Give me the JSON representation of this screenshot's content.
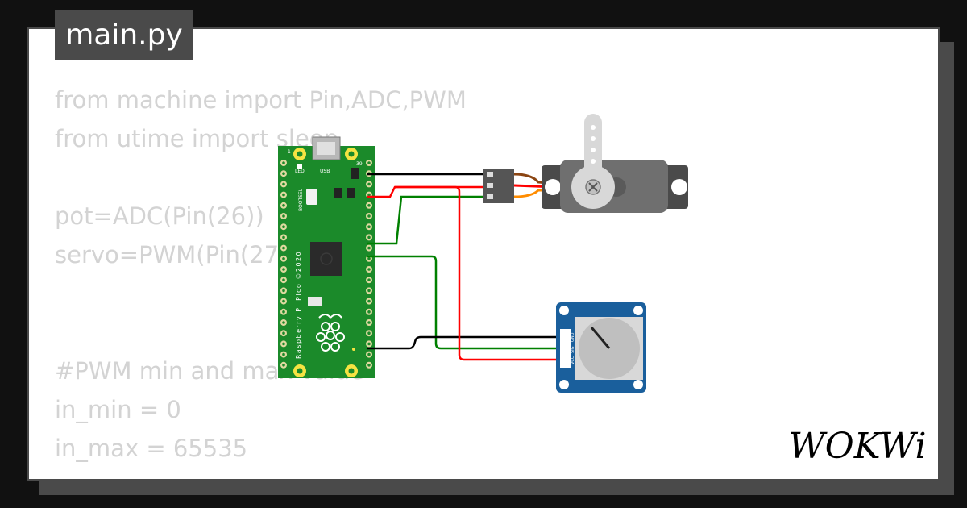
{
  "file_tab": {
    "label": "main.py"
  },
  "code_lines": [
    "from machine import Pin,ADC,PWM",
    "from utime import sleep",
    "",
    "pot=ADC(Pin(26))",
    "servo=PWM(Pin(27))",
    "",
    "",
    "#PWM min and max value",
    "in_min = 0",
    "in_max = 65535"
  ],
  "board": {
    "name": "Raspberry Pi Pico ©2020",
    "led_label": "LED",
    "usb_label": "USB",
    "bootsel_label": "BOOTSEL",
    "pin_1": "1",
    "pin_39": "39"
  },
  "potentiometer": {
    "pin_labels": [
      "GND",
      "SIG",
      "VCC"
    ]
  },
  "wire_colors": {
    "gnd": "#000000",
    "vcc": "#ff0000",
    "signal": "#008000"
  },
  "logo": {
    "text": "WOKWi"
  }
}
